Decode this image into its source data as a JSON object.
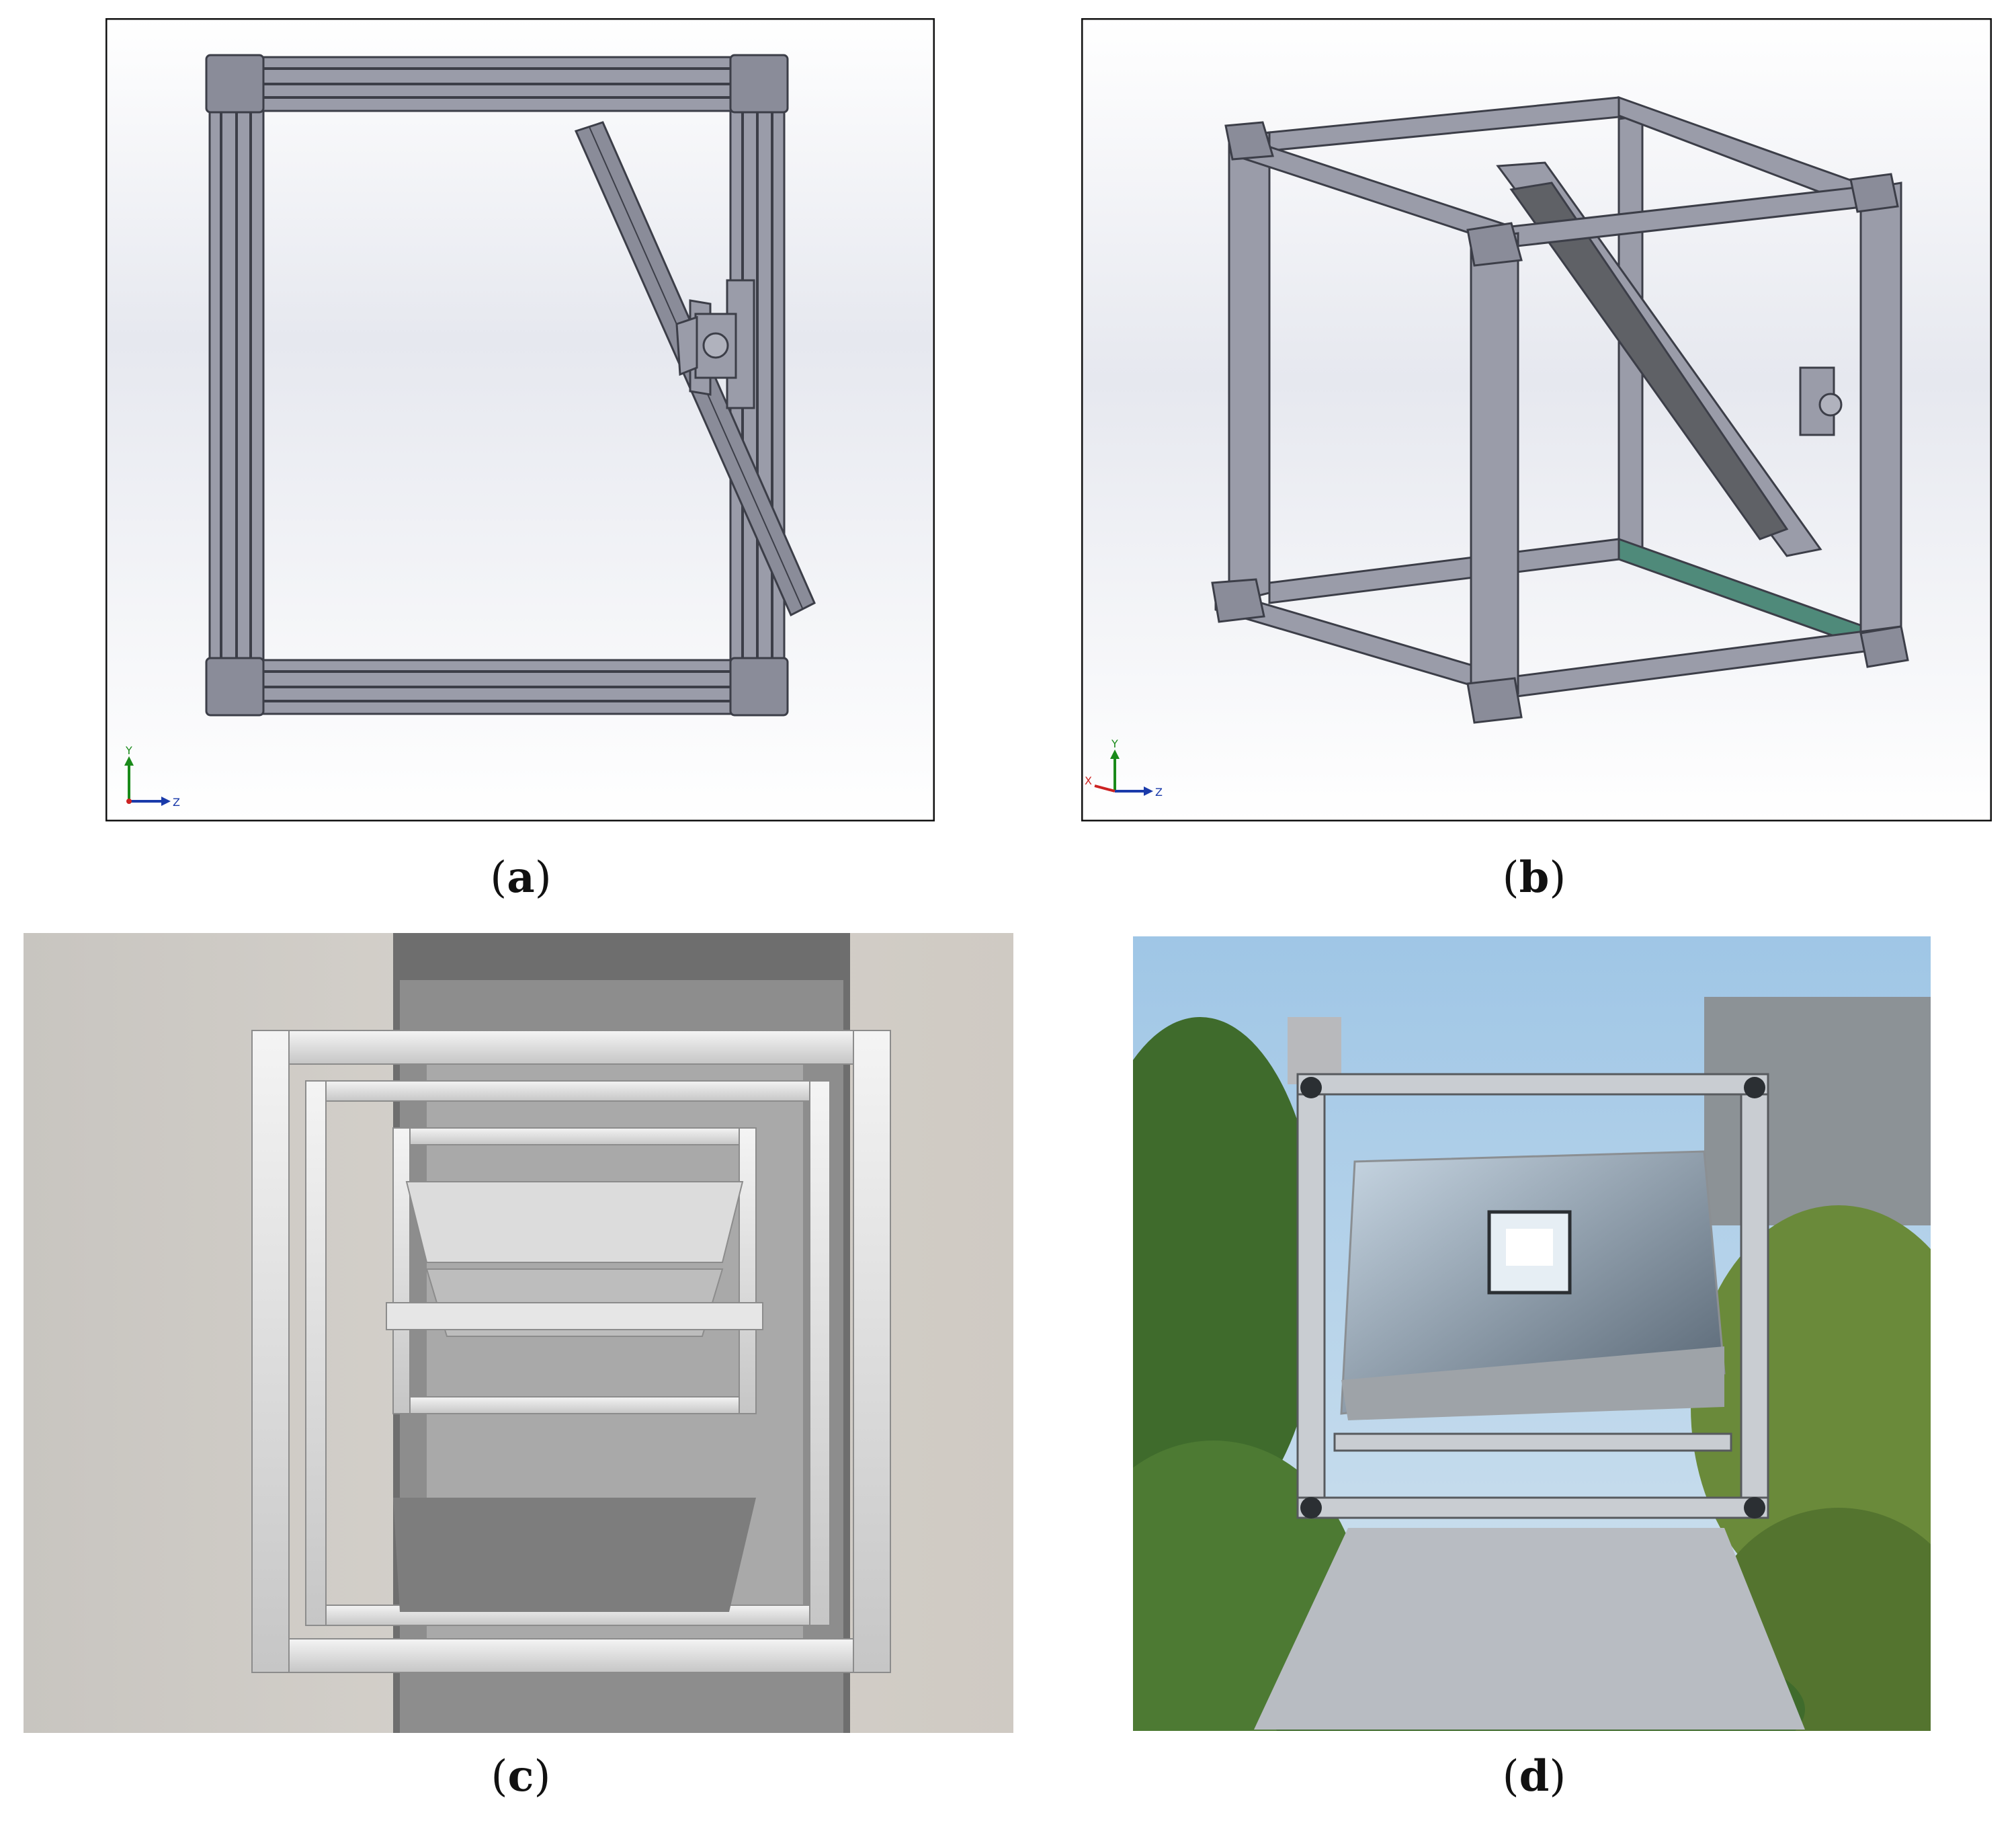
{
  "panels": [
    {
      "id": "a",
      "caption_open": "(",
      "caption_letter": "a",
      "caption_close": ")",
      "view": "CAD side view"
    },
    {
      "id": "b",
      "caption_open": "(",
      "caption_letter": "b",
      "caption_close": ")",
      "view": "CAD isometric view"
    },
    {
      "id": "c",
      "caption_open": "(",
      "caption_letter": "c",
      "caption_close": ")",
      "view": "rendered scene"
    },
    {
      "id": "d",
      "caption_open": "(",
      "caption_letter": "d",
      "caption_close": ")",
      "view": "photograph"
    }
  ],
  "triad_a": {
    "y": "Y",
    "z": "Z"
  },
  "triad_b": {
    "y": "Y",
    "x": "X",
    "z": "Z"
  },
  "colors": {
    "frame_gray": "#8a8c99",
    "frame_dark": "#3c3e48",
    "panel_border": "#111111",
    "glass_gray": "#5f6166",
    "green_rail": "#4f8a7a"
  }
}
